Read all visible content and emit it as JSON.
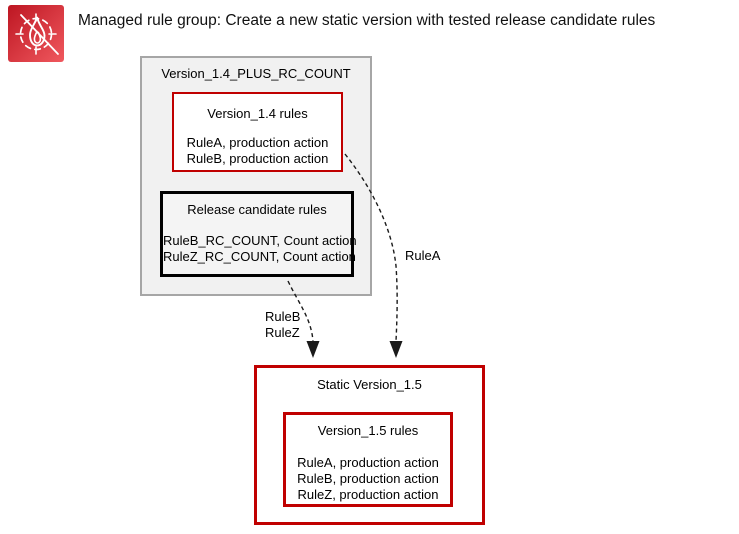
{
  "header": {
    "title": "Managed rule group: Create a new static version with tested release candidate rules",
    "icon": "aws-waf-icon"
  },
  "colors": {
    "accent_red": "#c00000",
    "gray_fill": "#f1f1f1",
    "gray_border": "#a6a6a6",
    "black_border": "#000000",
    "icon_gradient_start": "#bd1622",
    "icon_gradient_end": "#f0585e"
  },
  "diagram": {
    "working_version": {
      "title": "Version_1.4_PLUS_RC_COUNT",
      "production_rules": {
        "title": "Version_1.4 rules",
        "rules": [
          "RuleA, production action",
          "RuleB, production action"
        ]
      },
      "release_candidate_rules": {
        "title": "Release candidate rules",
        "rules": [
          "RuleB_RC_COUNT, Count action",
          "RuleZ_RC_COUNT, Count action"
        ]
      }
    },
    "arrows": {
      "rulea_label": "RuleA",
      "ruleb_label": "RuleB",
      "rulez_label": "RuleZ"
    },
    "static_version": {
      "title": "Static Version_1.5",
      "rules_box": {
        "title": "Version_1.5 rules",
        "rules": [
          "RuleA, production action",
          "RuleB, production action",
          "RuleZ, production action"
        ]
      }
    }
  }
}
